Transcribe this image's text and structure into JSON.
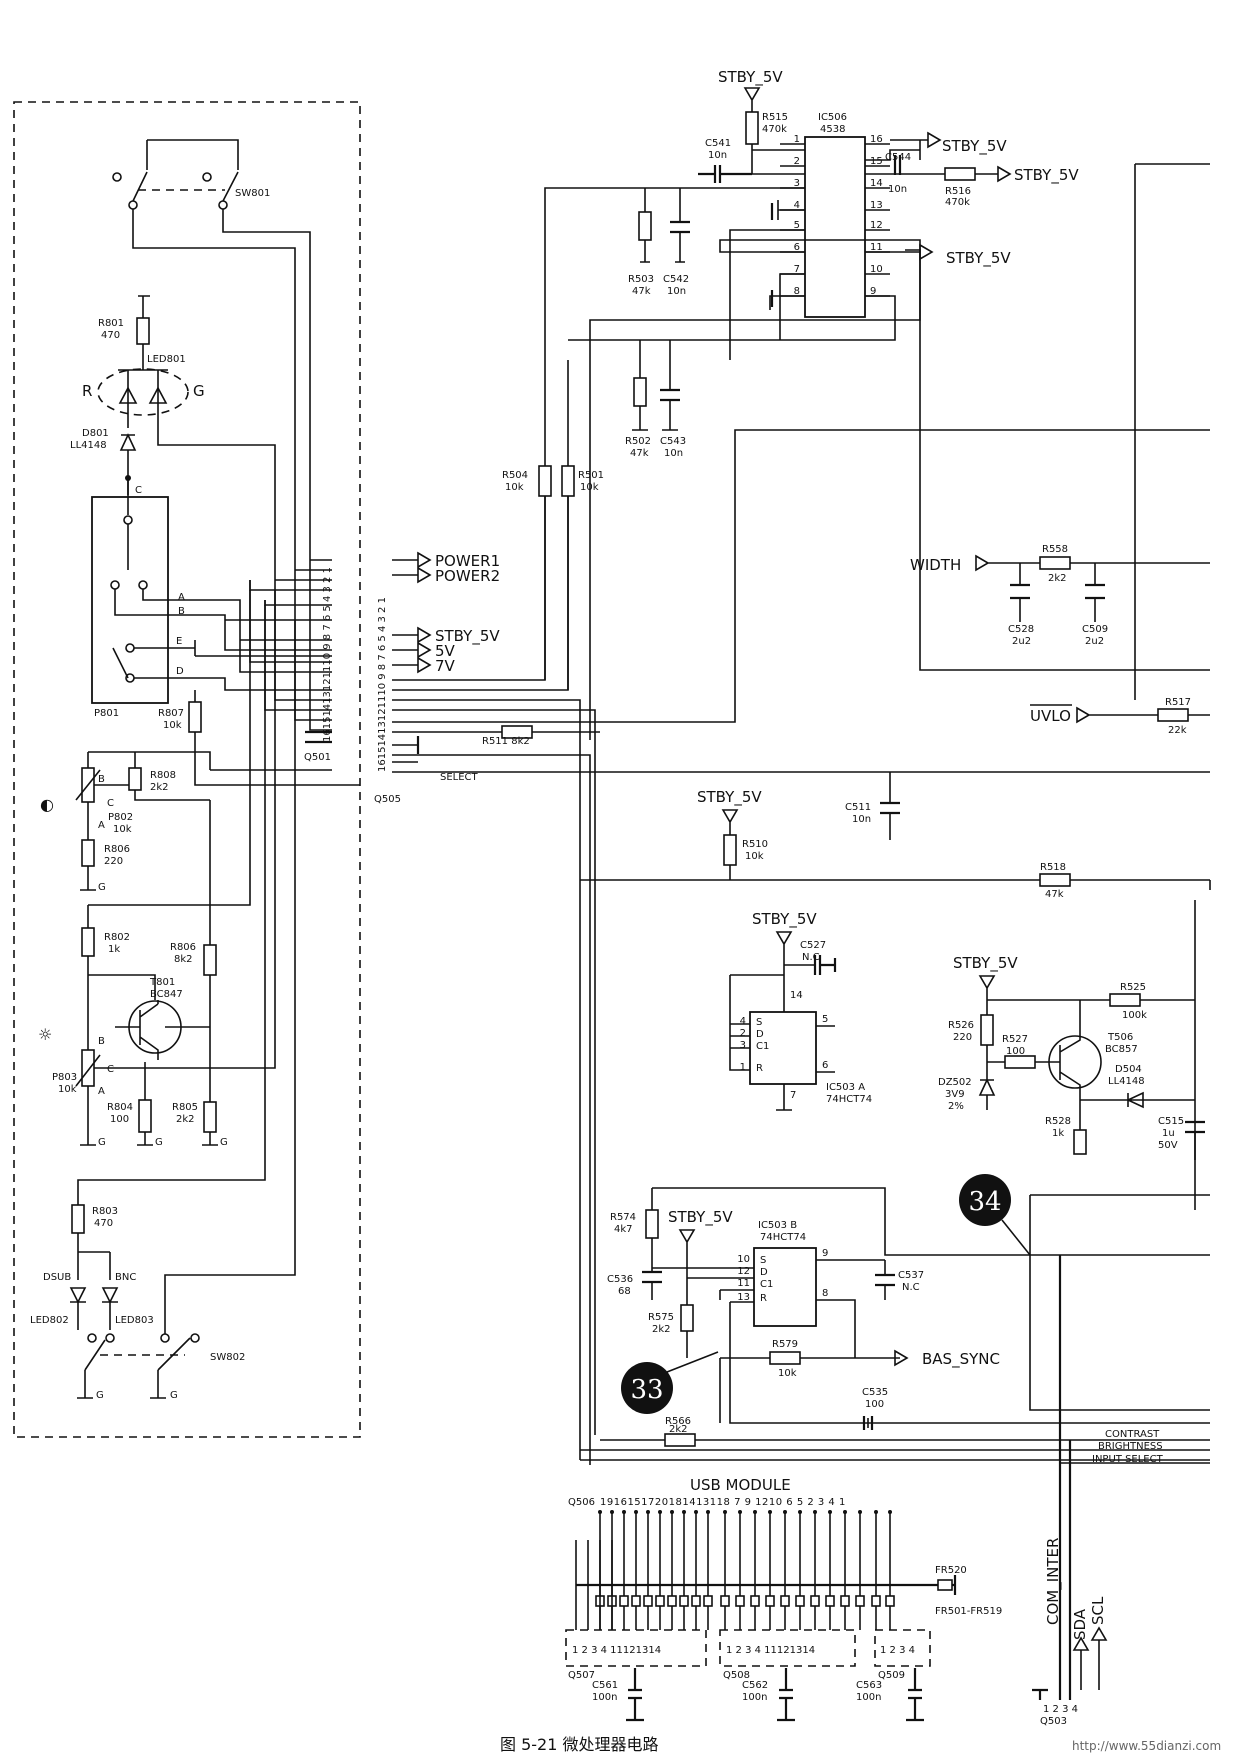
{
  "caption": "图 5-21   微处理器电路",
  "watermark": "http://www.55dianzi.com",
  "nets": {
    "stby_5v": "STBY_5V",
    "power1": "POWER1",
    "power2": "POWER2",
    "v5": "5V",
    "v7": "7V",
    "width": "WIDTH",
    "uvlo": "UVLO",
    "select": "SELECT",
    "bas_sync": "BAS_SYNC",
    "contrast": "CONTRAST",
    "brightness": "BRIGHTNESS",
    "input_select": "INPUT SELECT",
    "com_inter": "COM_INTER",
    "sda": "SDA",
    "scl": "SCL"
  },
  "markers": {
    "m33": "33",
    "m34": "34"
  },
  "usb": {
    "title": "USB MODULE",
    "pins": "1916151720181413118 7 9 1210 6 5 2 3 4 1",
    "fr520": "FR520",
    "fr_range": "FR501-FR519"
  },
  "connectors": {
    "q501": "Q501",
    "q505": "Q505",
    "q503": "Q503",
    "q506": "Q506",
    "q507": "Q507",
    "q508": "Q508",
    "q509": "Q509",
    "pins16": "16151413121110 9 8 7 6 5 4 3 2 1",
    "q503_pins": "1 2 3 4",
    "q_sub_pins": "1 2 3 4 11121314"
  },
  "ic": {
    "ic506": "IC506",
    "ic506_type": "4538",
    "ic503a": "IC503 A",
    "ic503a_type": "74HCT74",
    "ic503b": "IC503 B",
    "ic503b_type": "74HCT74",
    "ic506_left": [
      "1",
      "2",
      "3",
      "4",
      "5",
      "6",
      "7",
      "8"
    ],
    "ic506_right": [
      "16",
      "15",
      "14",
      "13",
      "12",
      "11",
      "10",
      "9"
    ],
    "ff_pins": {
      "s": "S",
      "d": "D",
      "c": "C1",
      "r": "R"
    },
    "ic503a_pins": [
      "4",
      "2",
      "3",
      "1",
      "5",
      "6",
      "14",
      "7"
    ],
    "ic503b_pins": [
      "10",
      "12",
      "11",
      "13",
      "9",
      "8"
    ]
  },
  "components": {
    "r515": "R515",
    "r515v": "470k",
    "c541": "C541",
    "c541v": "10n",
    "c544": "C544",
    "c544v": "10n",
    "r516": "R516",
    "r516v": "470k",
    "r503": "R503",
    "r503v": "47k",
    "c542": "C542",
    "c542v": "10n",
    "r502": "R502",
    "r502v": "47k",
    "c543": "C543",
    "c543v": "10n",
    "r504": "R504",
    "r504v": "10k",
    "r501": "R501",
    "r501v": "10k",
    "r558": "R558",
    "r558v": "2k2",
    "c528": "C528",
    "c528v": "2u2",
    "c509": "C509",
    "c509v": "2u2",
    "r517": "R517",
    "r517v": "22k",
    "r511": "R511 8k2",
    "c511": "C511",
    "c511v": "10n",
    "r510": "R510",
    "r510v": "10k",
    "r518": "R518",
    "r518v": "47k",
    "c527": "C527",
    "c527v": "N.C",
    "r525": "R525",
    "r525v": "100k",
    "r526": "R526",
    "r526v": "220",
    "r527": "R527",
    "r527v": "100",
    "t506": "T506",
    "t506v": "BC857",
    "dz502": "DZ502",
    "dz502v": "3V9",
    "dz502w": "2%",
    "d504": "D504",
    "d504v": "LL4148",
    "r528": "R528",
    "r528v": "1k",
    "c515": "C515",
    "c515v": "1u",
    "c515w": "50V",
    "r574": "R574",
    "r574v": "4k7",
    "c536": "C536",
    "c536v": "68",
    "r575": "R575",
    "r575v": "2k2",
    "c537": "C537",
    "c537v": "N.C",
    "r579": "R579",
    "r579v": "10k",
    "c535": "C535",
    "c535v": "100",
    "r566": "R566",
    "r566v": "2k2",
    "c561": "C561",
    "c561v": "100n",
    "c562": "C562",
    "c562v": "100n",
    "c563": "C563",
    "c563v": "100n"
  },
  "keyboard": {
    "sw801": "SW801",
    "r801": "R801",
    "r801v": "470",
    "led801": "LED801",
    "led_r": "R",
    "led_g": "G",
    "d801": "D801",
    "d801v": "LL4148",
    "p801": "P801",
    "r807": "R807",
    "r807v": "10k",
    "r808": "R808",
    "r808v": "2k2",
    "p802": "P802",
    "p802v": "10k",
    "r806": "R806",
    "r806v": "220",
    "r802": "R802",
    "r802v": "1k",
    "r806b": "R806",
    "r806bv": "8k2",
    "t801": "T801",
    "t801v": "BC847",
    "p803": "P803",
    "p803v": "10k",
    "r804": "R804",
    "r804v": "100",
    "r805": "R805",
    "r805v": "2k2",
    "r803": "R803",
    "r803v": "470",
    "led802": "LED802",
    "led802t": "DSUB",
    "led803": "LED803",
    "led803t": "BNC",
    "sw802": "SW802",
    "pin_c": "C",
    "pin_a": "A",
    "pin_b": "B",
    "pin_e": "E",
    "pin_d": "D",
    "pot_b": "B",
    "pot_c": "C",
    "pot_a": "A",
    "gnd": "G"
  }
}
